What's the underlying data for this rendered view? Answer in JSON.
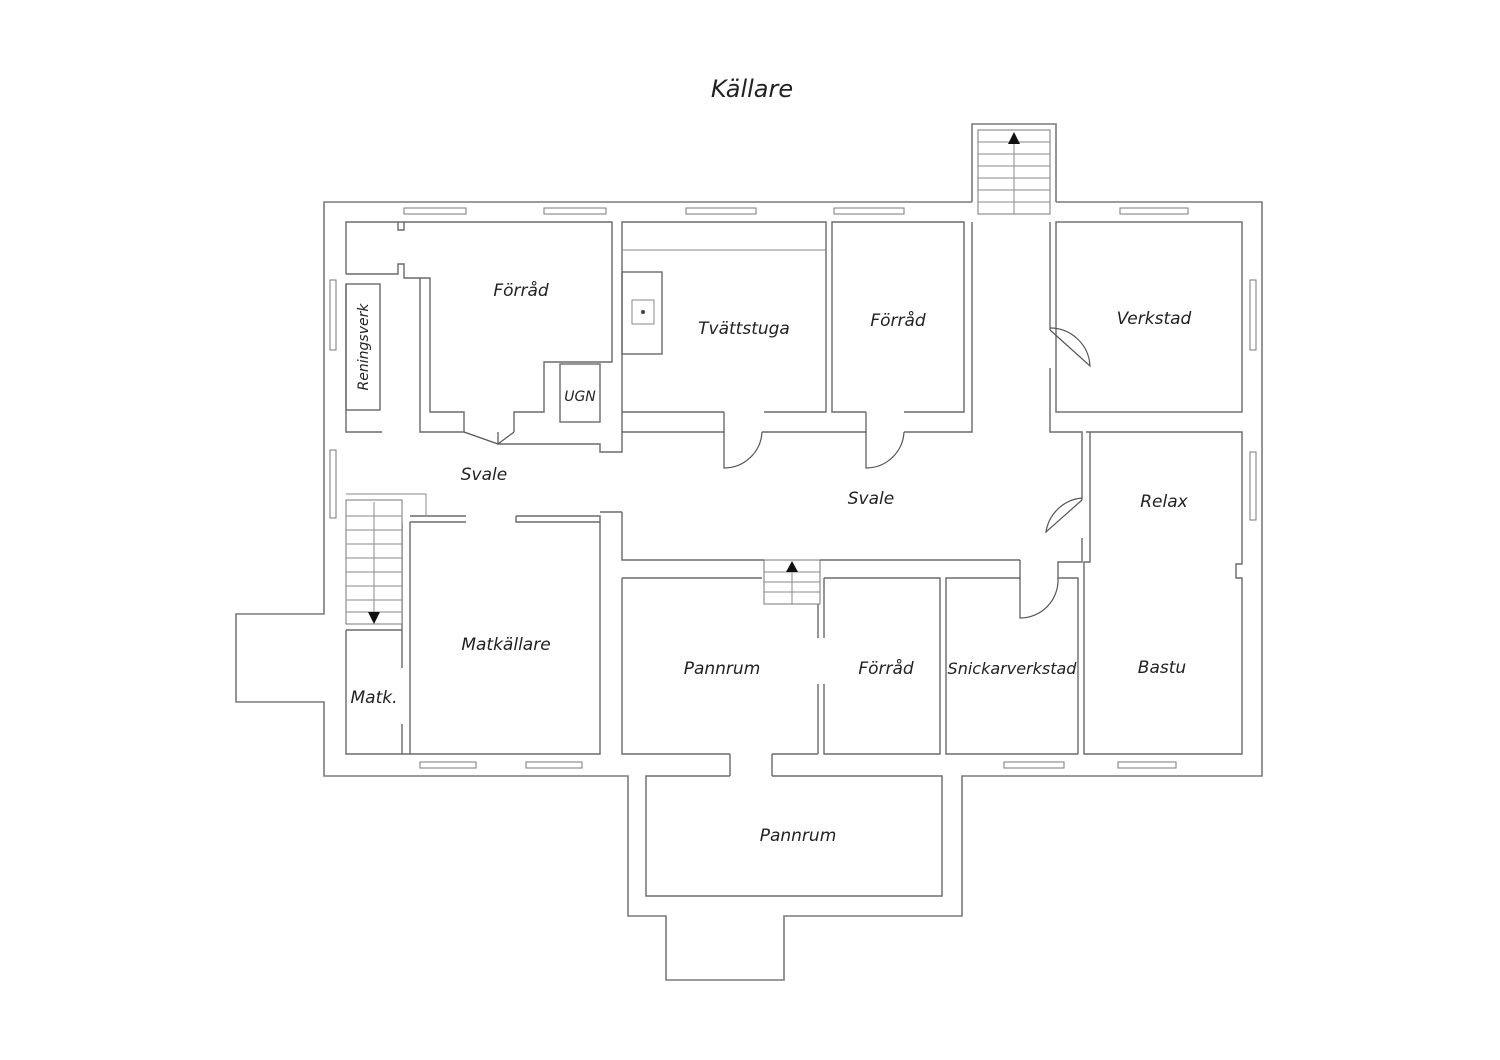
{
  "title": "Källare",
  "rooms": {
    "forrad_1": "Förråd",
    "reningsverk": "Reningsverk",
    "ugn": "UGN",
    "tvattstuga": "Tvättstuga",
    "forrad_2": "Förråd",
    "verkstad": "Verkstad",
    "svale_1": "Svale",
    "svale_2": "Svale",
    "relax": "Relax",
    "matkallare": "Matkällare",
    "matk": "Matk.",
    "pannrum_1": "Pannrum",
    "forrad_3": "Förråd",
    "snickarverkstad": "Snickarverkstad",
    "bastu": "Bastu",
    "pannrum_2": "Pannrum"
  }
}
